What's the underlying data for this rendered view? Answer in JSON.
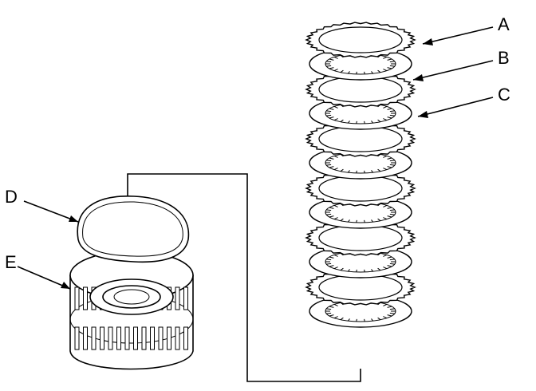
{
  "callouts": {
    "a": "A",
    "b": "B",
    "c": "C",
    "d": "D",
    "e": "E"
  },
  "colors": {
    "line": "#000000",
    "background": "#ffffff"
  },
  "stack": {
    "plate_count": 6,
    "disc_count": 6
  }
}
